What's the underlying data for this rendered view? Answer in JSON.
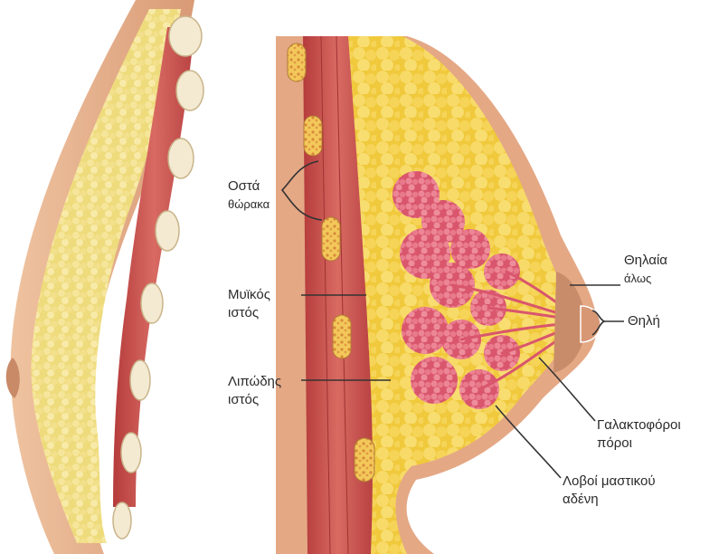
{
  "labels": {
    "bones": {
      "line1": "Οστά",
      "line2": "θώρακα"
    },
    "muscle": {
      "line1": "Μυϊκός",
      "line2": "ιστός"
    },
    "fat": {
      "line1": "Λιπώδης",
      "line2": "ιστός"
    },
    "areola": {
      "line1": "Θηλαία",
      "line2": "άλως"
    },
    "nipple": {
      "line1": "Θηλή"
    },
    "ducts": {
      "line1": "Γαλακτοφόροι",
      "line2": "πόροι"
    },
    "lobes": {
      "line1": "Λοβοί μαστικού",
      "line2": "αδένη"
    }
  },
  "colors": {
    "skin": "#e8b48e",
    "fat": "#f2cf45",
    "muscle": "#c94c4c",
    "gland": "#e56b7e",
    "bone": "#f4e7c6",
    "leader": "#333333"
  }
}
